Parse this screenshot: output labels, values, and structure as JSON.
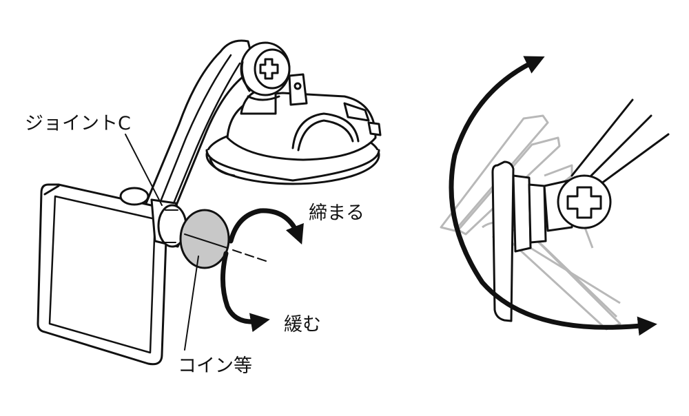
{
  "labels": {
    "joint": "ジョイントC",
    "tighten": "締まる",
    "loosen": "緩む",
    "coin": "コイン等"
  },
  "colors": {
    "line": "#111111",
    "coin_fill": "#c8c8c8",
    "ghost": "#b8b8b8",
    "background": "#ffffff"
  }
}
